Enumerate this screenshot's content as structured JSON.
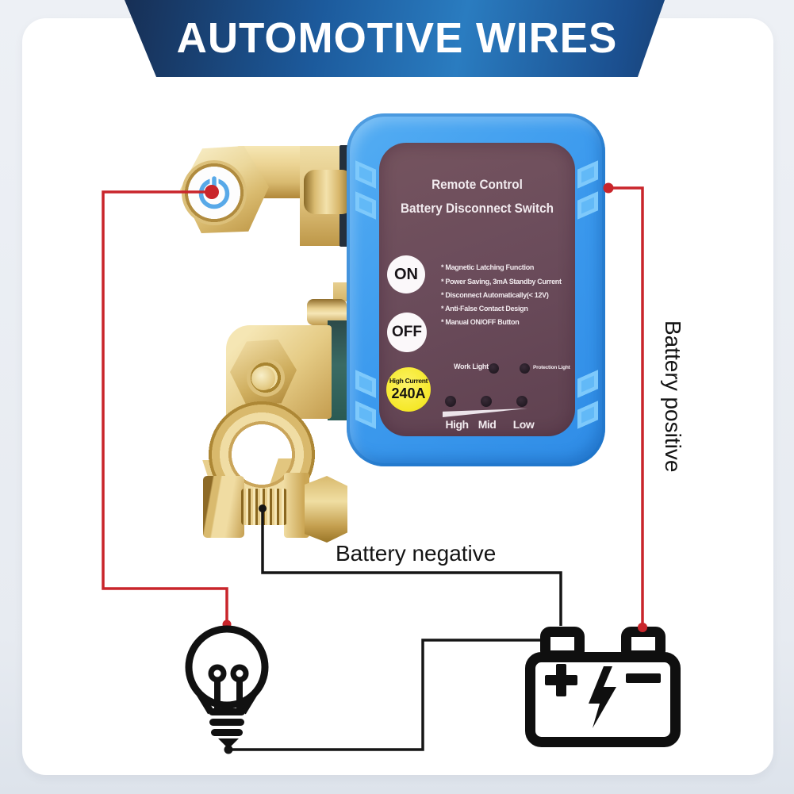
{
  "banner": {
    "title": "AUTOMOTIVE WIRES"
  },
  "device": {
    "title_line1": "Remote Control",
    "title_line2": "Battery Disconnect Switch",
    "on_button": "ON",
    "off_button": "OFF",
    "features": [
      "* Magnetic Latching Function",
      "* Power Saving, 3mA Standby Current",
      "* Disconnect Automatically(< 12V)",
      "* Anti-False Contact Design",
      "* Manual ON/OFF Button"
    ],
    "badge_line1": "High Current",
    "badge_line2": "240A",
    "work_light_label": "Work Light",
    "protection_light_label": "Protection Light",
    "levels": [
      "High",
      "Mid",
      "Low"
    ]
  },
  "diagram": {
    "battery_negative_label": "Battery negative",
    "battery_positive_label": "Battery positive"
  },
  "icons": {
    "power": "power-icon",
    "bulb": "bulb-icon",
    "battery": "battery-icon",
    "lightning": "lightning-icon"
  },
  "colors": {
    "banner_blue_dark": "#16294b",
    "banner_blue_light": "#2a7cc0",
    "device_blue": "#3d9bee",
    "fin_blue": "#62b9f7",
    "panel_maroon": "#6b4c5b",
    "badge_yellow": "#f5e829",
    "wire_red": "#c9252b",
    "wire_black": "#151515",
    "brass": "#e3c57f"
  }
}
